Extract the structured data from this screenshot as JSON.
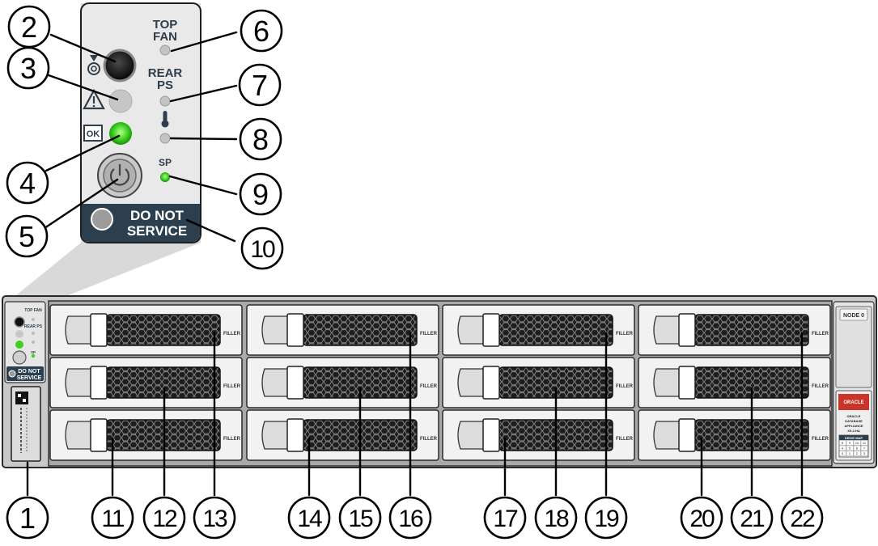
{
  "panel": {
    "top_fan": "TOP FAN",
    "rear_ps": "REAR PS",
    "sp": "SP",
    "ok": "OK",
    "do_not": "DO NOT",
    "service": "SERVICE"
  },
  "drive_label": "FILLER",
  "ear": {
    "node": "NODE 0",
    "brand": "ORACLE",
    "product": "ORACLE DATABASE APPLIANCE X9-2-HA",
    "drive_map": "DRIVE MAP",
    "map_top": [
      "8",
      "9",
      "10",
      "11"
    ],
    "map_mid": [
      "4",
      "5",
      "6",
      "7"
    ],
    "map_bot": [
      "0",
      "1",
      "2",
      "3"
    ]
  },
  "callouts": [
    "1",
    "2",
    "3",
    "4",
    "5",
    "6",
    "7",
    "8",
    "9",
    "10",
    "11",
    "12",
    "13",
    "14",
    "15",
    "16",
    "17",
    "18",
    "19",
    "20",
    "21",
    "22"
  ]
}
